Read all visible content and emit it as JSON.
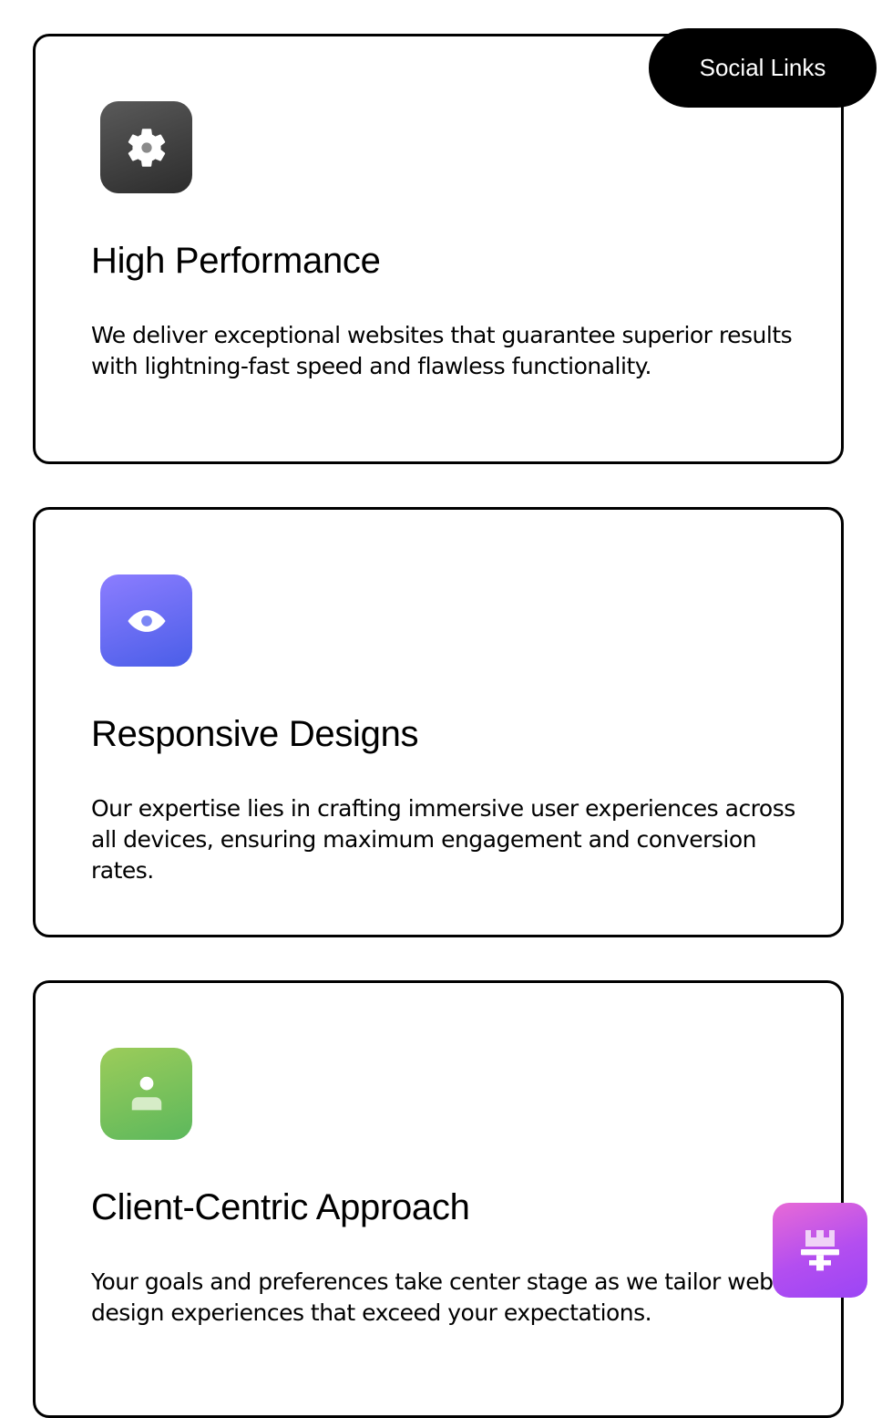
{
  "social_button": {
    "label": "Social Links",
    "icon": ""
  },
  "cards": [
    {
      "icon": "gear-icon",
      "title": "High Performance",
      "description": "We deliver exceptional websites that guarantee superior results with lightning-fast speed and flawless functionality."
    },
    {
      "icon": "eye-icon",
      "title": "Responsive Designs",
      "description": "Our expertise lies in crafting immersive user experiences across all devices, ensuring maximum engagement and conversion rates."
    },
    {
      "icon": "user-icon",
      "title": "Client-Centric Approach",
      "description": "Your goals and preferences take center stage as we tailor web design experiences that exceed your expectations."
    }
  ],
  "floating_button": {
    "icon": "pin-icon"
  },
  "colors": {
    "border": "#000000",
    "social_bg": "#000000",
    "gear_tile": "#3a3a3a",
    "eye_tile": "#5b63f0",
    "user_tile": "#6fbf59",
    "fab": "#c24ee8"
  }
}
